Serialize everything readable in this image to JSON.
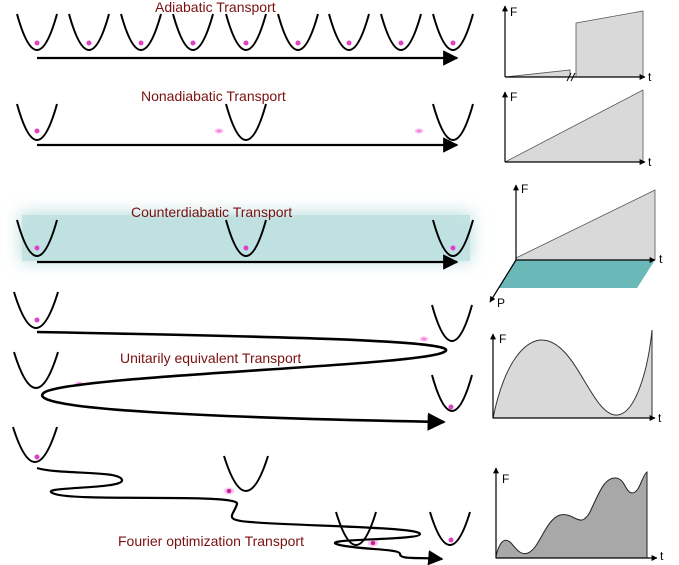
{
  "rows": [
    {
      "title": "Adiabatic Transport"
    },
    {
      "title": "Nonadiabatic Transport"
    },
    {
      "title": "Counterdiabatic Transport"
    },
    {
      "title": "Unitarily equivalent Transport"
    },
    {
      "title": "Fourier optimization Transport"
    }
  ],
  "axes": {
    "force": "F",
    "time": "t",
    "momentum": "P"
  },
  "colors": {
    "title_text": "#7a1010",
    "particle": "#e040c8",
    "panel_fill": "#d9d9d9",
    "counterdiabatic_band": "#bfe0e0",
    "momentum_plane": "#6ab8b8"
  }
}
